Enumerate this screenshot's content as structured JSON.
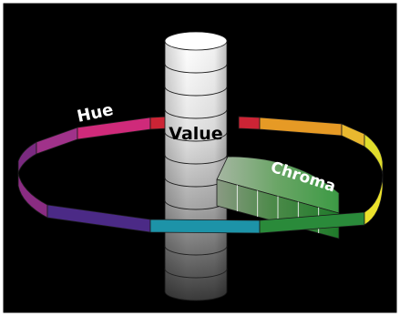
{
  "diagram": {
    "labels": {
      "hue": "Hue",
      "value": "Value",
      "chroma": "Chroma"
    },
    "colors": {
      "background": "#000000",
      "border": "#ffffff",
      "label": "#ffffff",
      "value_text": "#000000",
      "ring_outline": "#1a1a1a"
    }
  }
}
